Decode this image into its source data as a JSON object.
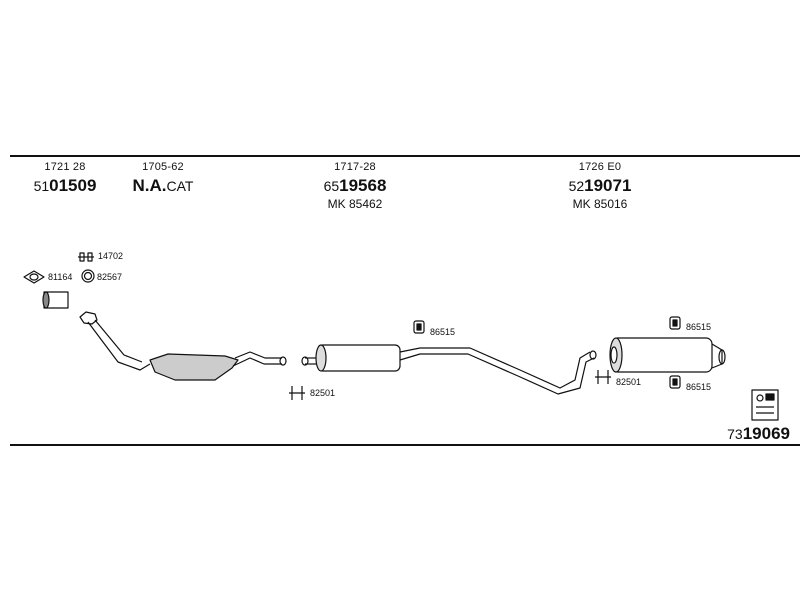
{
  "parts": [
    {
      "code": "1721 28",
      "ref_prefix": "51",
      "ref_main": "01509",
      "mk": ""
    },
    {
      "code": "1705-62",
      "ref_prefix": "",
      "ref_main": "N.A.",
      "ref_suffix": "CAT",
      "mk": ""
    },
    {
      "code": "1717-28",
      "ref_prefix": "65",
      "ref_main": "19568",
      "mk": "MK 85462"
    },
    {
      "code": "1726 E0",
      "ref_prefix": "52",
      "ref_main": "19071",
      "mk": "MK 85016"
    }
  ],
  "accessories": {
    "a1": "14702",
    "a2": "81164",
    "a3": "82567",
    "a4": "86515",
    "a5": "82501",
    "a6": "86515",
    "a7": "82501",
    "a8": "86515"
  },
  "set_ref": {
    "prefix": "73",
    "main": "19069"
  },
  "set_icon": "exhaust-kit-icon"
}
